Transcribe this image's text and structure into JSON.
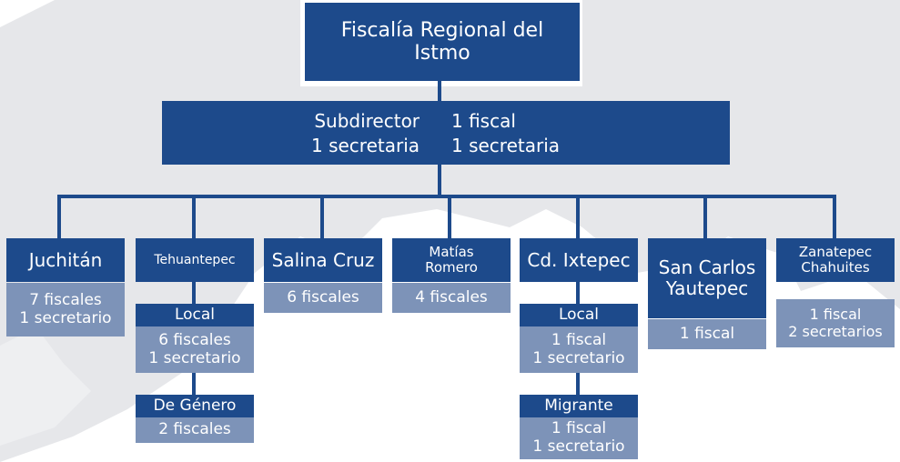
{
  "colors": {
    "header": "#1d4a8b",
    "detail": "#7d93b8",
    "connector": "#1d4a8b",
    "map_shape": "#e6e7ea"
  },
  "top": {
    "title_line1": "Fiscalía Regional del",
    "title_line2": "Istmo"
  },
  "subdirector": {
    "left_line1": "Subdirector",
    "left_line2": "1 secretaria",
    "right_line1": "1 fiscal",
    "right_line2": "1 secretaria"
  },
  "branches": {
    "juchitan": {
      "title": "Juchitán",
      "detail_line1": "7 fiscales",
      "detail_line2": "1 secretario"
    },
    "tehuantepec": {
      "title": "Tehuantepec",
      "local": {
        "title": "Local",
        "detail_line1": "6 fiscales",
        "detail_line2": "1 secretario"
      },
      "genero": {
        "title": "De Género",
        "detail_line1": "2 fiscales"
      }
    },
    "salina_cruz": {
      "title": "Salina Cruz",
      "detail_line1": "6 fiscales"
    },
    "matias_romero": {
      "title_line1": "Matías",
      "title_line2": "Romero",
      "detail_line1": "4 fiscales"
    },
    "cd_ixtepec": {
      "title": "Cd. Ixtepec",
      "local": {
        "title": "Local",
        "detail_line1": "1 fiscal",
        "detail_line2": "1 secretario"
      },
      "migrante": {
        "title": "Migrante",
        "detail_line1": "1 fiscal",
        "detail_line2": "1 secretario"
      }
    },
    "san_carlos": {
      "title_line1": "San Carlos",
      "title_line2": "Yautepec",
      "detail_line1": "1 fiscal"
    },
    "zanatepec": {
      "title_line1": "Zanatepec",
      "title_line2": "Chahuites",
      "detail_line1": "1 fiscal",
      "detail_line2": "2 secretarios"
    }
  }
}
